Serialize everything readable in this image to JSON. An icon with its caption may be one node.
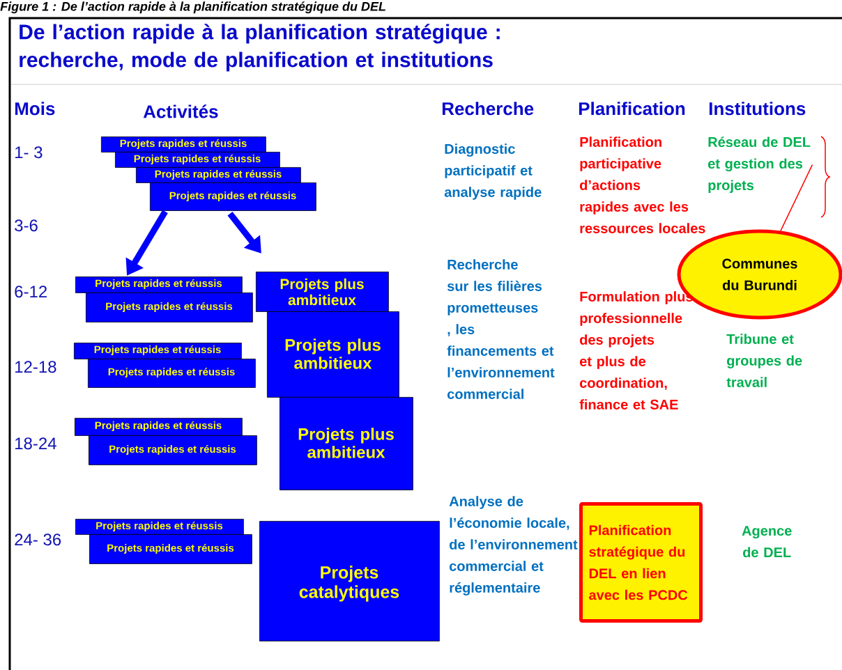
{
  "diagram": {
    "caption": "Figure 1 : De l’action rapide à la planification stratégique du DEL",
    "title": "De l’action rapide à la planification stratégique : recherche, mode de planification et institutions",
    "nodes": [
      {
        "text": [
          "Projets rapides et réussis"
        ]
      },
      {
        "text": [
          "Projets rapides et réussis"
        ]
      },
      {
        "text": [
          "Projets rapides et réussis"
        ]
      },
      {
        "text": [
          "Projets rapides et réussis"
        ]
      },
      {
        "text": [
          "Projets rapides et réussis"
        ]
      },
      {
        "text": [
          "Projets rapides et réussis"
        ]
      },
      {
        "text": [
          "Projets plus ambitieux"
        ]
      },
      {
        "text": [
          "Projets plus ambitieux"
        ]
      },
      {
        "text": [
          "Projets rapides et réussis"
        ]
      },
      {
        "text": [
          "Projets rapides et réussis"
        ]
      },
      {
        "text": [
          "Projets rapides et réussis"
        ]
      },
      {
        "text": [
          "Projets rapides et réussis"
        ]
      },
      {
        "text": [
          "Projets plus ambitieux"
        ]
      },
      {
        "text": [
          "Projets rapides et réussis"
        ]
      },
      {
        "text": [
          "Projets rapides et réussis"
        ]
      },
      {
        "text": [
          "Projets catalytiques"
        ]
      },
      {
        "text": [
          "Réseau de DEL et gestion des projets"
        ]
      },
      {
        "text": [
          "Communes du Burundi"
        ]
      },
      {
        "text": [
          "Planification stratégique du DEL en lien avec les PCDC"
        ]
      }
    ],
    "edges": [
      {
        "from": 3,
        "to": 4,
        "arrow": "to"
      },
      {
        "from": 3,
        "to": 6,
        "arrow": "to"
      },
      {
        "from": 17,
        "to": 16,
        "arrow": "none",
        "color": "#ff0000"
      }
    ],
    "labels": [
      "Mois",
      "Activités",
      "Recherche",
      "Planification",
      "Institutions",
      "1- 3",
      "Diagnostic participatif et analyse rapide",
      "Planification participative d’actions rapides avec les ressources locales",
      "3-6",
      "6-12",
      "Recherche sur les filières prometteuses , les financements et l’environnement commercial",
      "Formulation plus professionnelle des projets et plus de coordination, finance et SAE",
      "Tribune et groupes de travail",
      "12-18",
      "18-24",
      "24- 36",
      "Analyse de l’économie locale, de l’environnement commercial et réglementaire",
      "Agence de DEL"
    ]
  }
}
